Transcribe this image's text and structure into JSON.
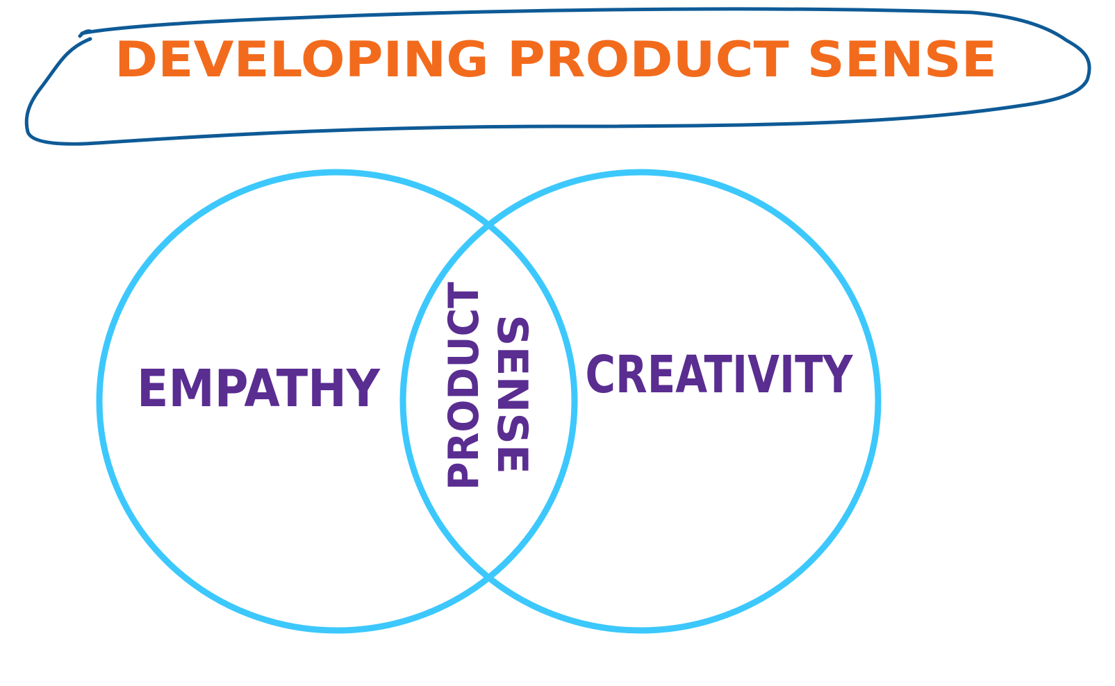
{
  "title": "DEVELOPING PRODUCT SENSE",
  "left_circle": {
    "label": "EMPATHY"
  },
  "right_circle": {
    "label": "CREATIVITY"
  },
  "intersection": {
    "line1": "PRODUCT",
    "line2": "SENSE"
  },
  "colors": {
    "title_text": "#f26b1d",
    "title_outline": "#0e5a96",
    "circle_stroke": "#3cc8fc",
    "label_text": "#5a2d91"
  }
}
